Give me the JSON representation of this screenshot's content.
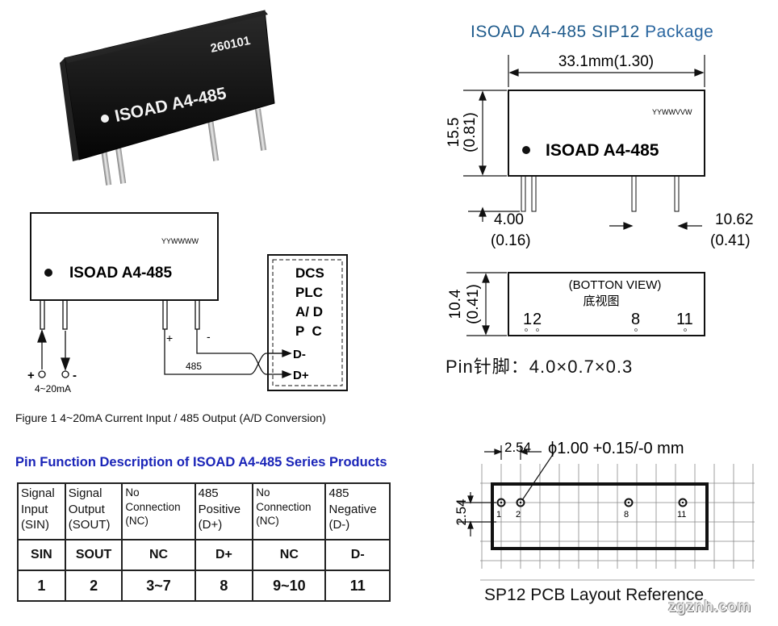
{
  "product": {
    "date_code": "260101",
    "name": "ISOAD  A4-485",
    "name_short": "ISOAD A4-485",
    "yyww": "YYWWWW",
    "yyww_small": "YYWWVVW"
  },
  "package": {
    "title_main": "ISOAD A4-485 SIP12",
    "title_suffix": "Package",
    "width_label": "33.1mm(1.30)",
    "height_mm": "15.5",
    "height_in": "(0.81)",
    "pin_len_mm": "4.00",
    "pin_len_in": "(0.16)",
    "pin_gap_mm": "10.62",
    "pin_gap_in": "(0.41)"
  },
  "bottom_view": {
    "title": "(BOTTON VIEW)",
    "title_cn": "底视图",
    "height_mm": "10.4",
    "height_in": "(0.41)",
    "pins": [
      "1",
      "2",
      "8",
      "11"
    ],
    "pin_spec": "Pin针脚：4.0×0.7×0.3"
  },
  "circuit": {
    "host_lines": [
      "DCS",
      "PLC",
      "A/ D",
      "P  C"
    ],
    "d_minus": "D-",
    "d_plus": "D+",
    "bus_label": "485",
    "plus_sign": "+",
    "minus_sign": "-",
    "input_plus": "+",
    "input_minus": "-",
    "input_range": "4~20mA"
  },
  "figure_caption": "Figure 1  4~20mA Current Input / 485 Output (A/D Conversion)",
  "pin_table": {
    "heading": "Pin Function Description of ISOAD A4-485 Series Products",
    "columns": [
      {
        "desc": [
          "Signal",
          "Input",
          "(SIN)"
        ],
        "code": "SIN",
        "pin": "1",
        "narrow": false
      },
      {
        "desc": [
          "Signal",
          "Output",
          "(SOUT)"
        ],
        "code": "SOUT",
        "pin": "2",
        "narrow": false
      },
      {
        "desc": [
          "No",
          "Connection",
          "(NC)"
        ],
        "code": "NC",
        "pin": "3~7",
        "narrow": true
      },
      {
        "desc": [
          "485",
          "Positive",
          "(D+)"
        ],
        "code": "D+",
        "pin": "8",
        "narrow": false
      },
      {
        "desc": [
          "No",
          "Connection",
          "(NC)"
        ],
        "code": "NC",
        "pin": "9~10",
        "narrow": true
      },
      {
        "desc": [
          "485",
          "Negative",
          "(D-)"
        ],
        "code": "D-",
        "pin": "11",
        "narrow": false
      }
    ]
  },
  "pcb": {
    "pitch_h": "2.54",
    "pitch_v": "2.54",
    "hole_spec": "ϕ1.00 +0.15/-0 mm",
    "pin_labels": [
      "1",
      "2",
      "8",
      "11"
    ],
    "caption": "SP12 PCB Layout Reference"
  },
  "watermark": "zgznh.com",
  "colors": {
    "title_blue": "#1f5b8c",
    "heading_blue": "#1a24b8",
    "module_black": "#141414"
  }
}
